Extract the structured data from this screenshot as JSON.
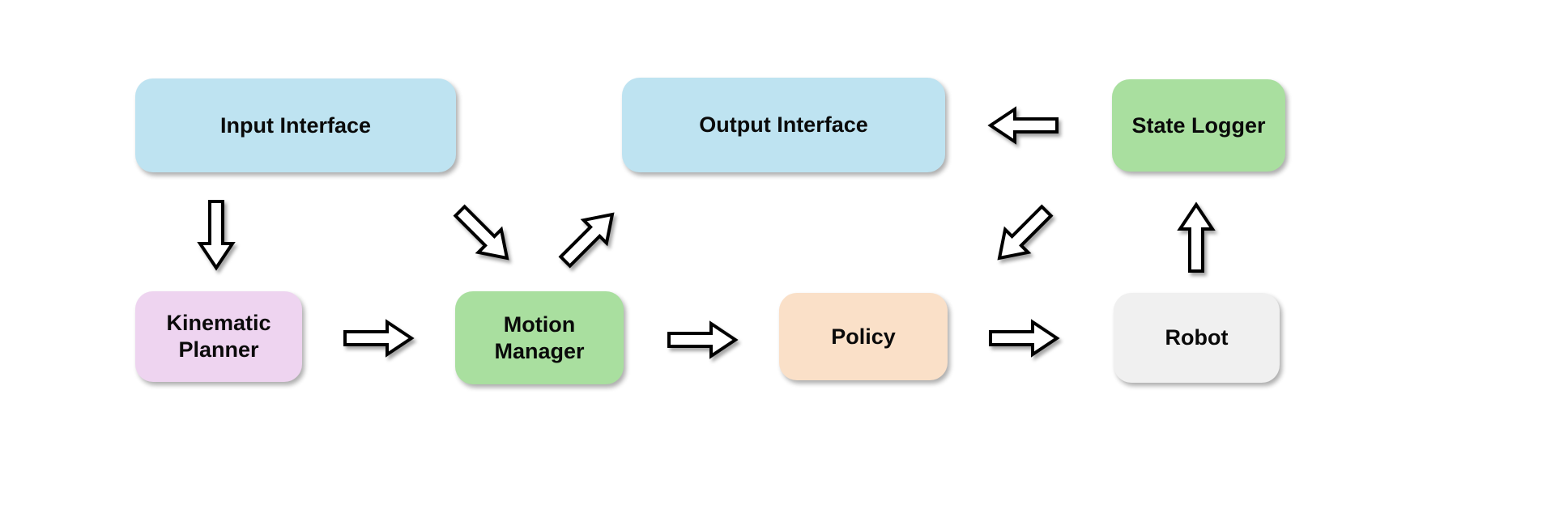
{
  "diagram": {
    "background_color": "#ffffff",
    "arrow_style": {
      "fill": "#ffffff",
      "stroke": "#000000"
    },
    "text_color": "#0a0a0a",
    "nodes": {
      "input_interface": {
        "label": "Input Interface",
        "fill": "#bee3f1"
      },
      "output_interface": {
        "label": "Output Interface",
        "fill": "#bee3f1"
      },
      "state_logger": {
        "label": "State Logger",
        "fill": "#a9df9f"
      },
      "kinematic_planner": {
        "label": "Kinematic Planner",
        "fill": "#eed4f0"
      },
      "motion_manager": {
        "label": "Motion Manager",
        "fill": "#a9df9f"
      },
      "policy": {
        "label": "Policy",
        "fill": "#fae0c8"
      },
      "robot": {
        "label": "Robot",
        "fill": "#f0f0f0"
      }
    },
    "edges": [
      {
        "from": "input_interface",
        "to": "kinematic_planner",
        "direction": "down"
      },
      {
        "from": "kinematic_planner",
        "to": "motion_manager",
        "direction": "right"
      },
      {
        "from": "input_interface",
        "to": "motion_manager",
        "direction": "down-right"
      },
      {
        "from": "motion_manager",
        "to": "output_interface",
        "direction": "up-right"
      },
      {
        "from": "motion_manager",
        "to": "policy",
        "direction": "right"
      },
      {
        "from": "policy",
        "to": "robot",
        "direction": "right"
      },
      {
        "from": "robot",
        "to": "state_logger",
        "direction": "up"
      },
      {
        "from": "state_logger",
        "to": "output_interface",
        "direction": "left"
      },
      {
        "from": "state_logger",
        "to": "policy",
        "direction": "down-left"
      }
    ]
  }
}
